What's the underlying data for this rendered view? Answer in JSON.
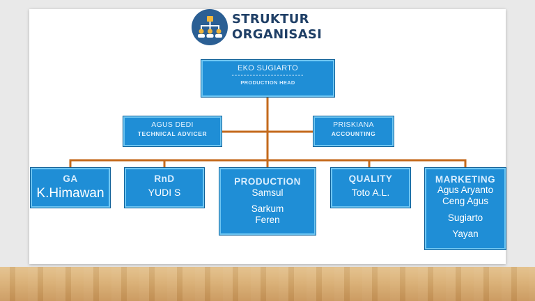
{
  "header": {
    "title_line1": "STRUKTUR",
    "title_line2": "ORGANISASI",
    "logo_icon": "org-chart-icon"
  },
  "head": {
    "name": "EKO SUGIARTO",
    "separator": "------------------------",
    "role": "PRODUCTION HEAD"
  },
  "advisors": [
    {
      "name": "AGUS DEDI",
      "role": "TECHNICAL ADVICER"
    },
    {
      "name": "PRISKIANA",
      "role": "ACCOUNTING"
    }
  ],
  "departments": [
    {
      "name": "GA",
      "staff": [
        "K.Himawan"
      ]
    },
    {
      "name": "RnD",
      "staff": [
        "YUDI S"
      ]
    },
    {
      "name": "PRODUCTION",
      "staff": [
        "Samsul",
        "Sarkum",
        "Feren"
      ]
    },
    {
      "name": "QUALITY",
      "staff": [
        "Toto A.L."
      ]
    },
    {
      "name": "MARKETING",
      "staff": [
        "Agus Aryanto",
        "Ceng Agus",
        "Sugiarto",
        "Yayan"
      ]
    }
  ],
  "colors": {
    "box_fill": "#1f8ed6",
    "box_border": "#6fc6f2",
    "connector": "#c46a1c",
    "title": "#1f3f66"
  }
}
